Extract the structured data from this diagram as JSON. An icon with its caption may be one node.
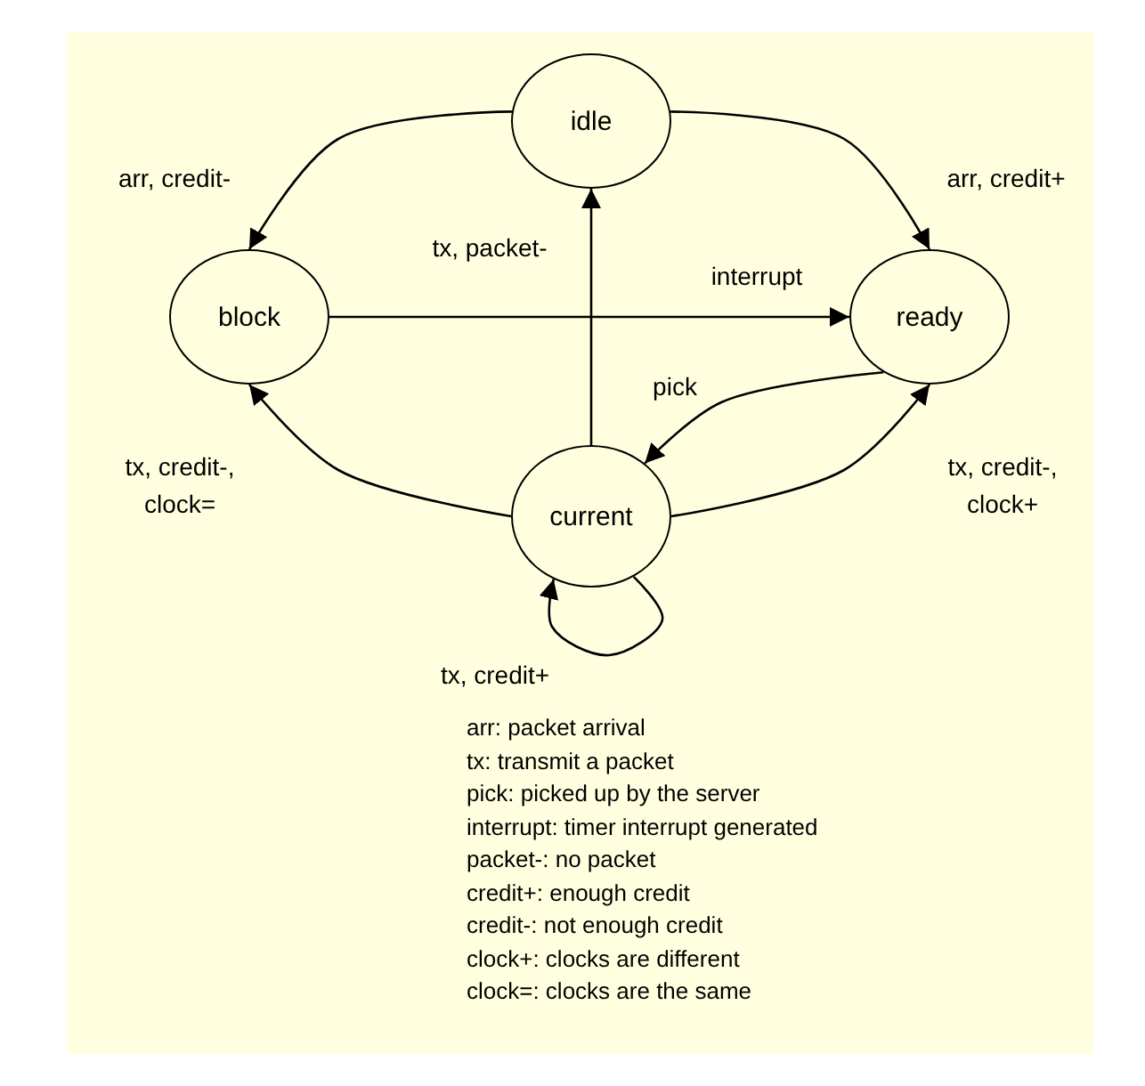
{
  "diagram": {
    "nodes": [
      {
        "text": [
          "idle"
        ]
      },
      {
        "text": [
          "block"
        ]
      },
      {
        "text": [
          "ready"
        ]
      },
      {
        "text": [
          "current"
        ]
      }
    ],
    "edges": [
      {
        "from": 0,
        "to": 1,
        "arrow": "to",
        "label": "arr, credit-"
      },
      {
        "from": 0,
        "to": 2,
        "arrow": "to",
        "label": "arr, credit+"
      },
      {
        "from": 1,
        "to": 2,
        "arrow": "to",
        "label": "interrupt"
      },
      {
        "from": 3,
        "to": 0,
        "arrow": "to",
        "label": "tx, packet-"
      },
      {
        "from": 2,
        "to": 3,
        "arrow": "to",
        "label": "pick"
      },
      {
        "from": 3,
        "to": 1,
        "arrow": "to",
        "label": "tx, credit-, clock="
      },
      {
        "from": 3,
        "to": 2,
        "arrow": "to",
        "label": "tx, credit-, clock+"
      },
      {
        "from": 3,
        "to": 3,
        "arrow": "to",
        "label": "tx, credit+"
      }
    ],
    "labels": [
      "arr: packet arrival",
      "tx: transmit a packet",
      "pick: picked up by the server",
      "interrupt: timer interrupt generated",
      "packet-: no packet",
      "credit+: enough credit",
      "credit-: not enough credit",
      "clock+: clocks are different",
      "clock=: clocks are the same"
    ]
  }
}
